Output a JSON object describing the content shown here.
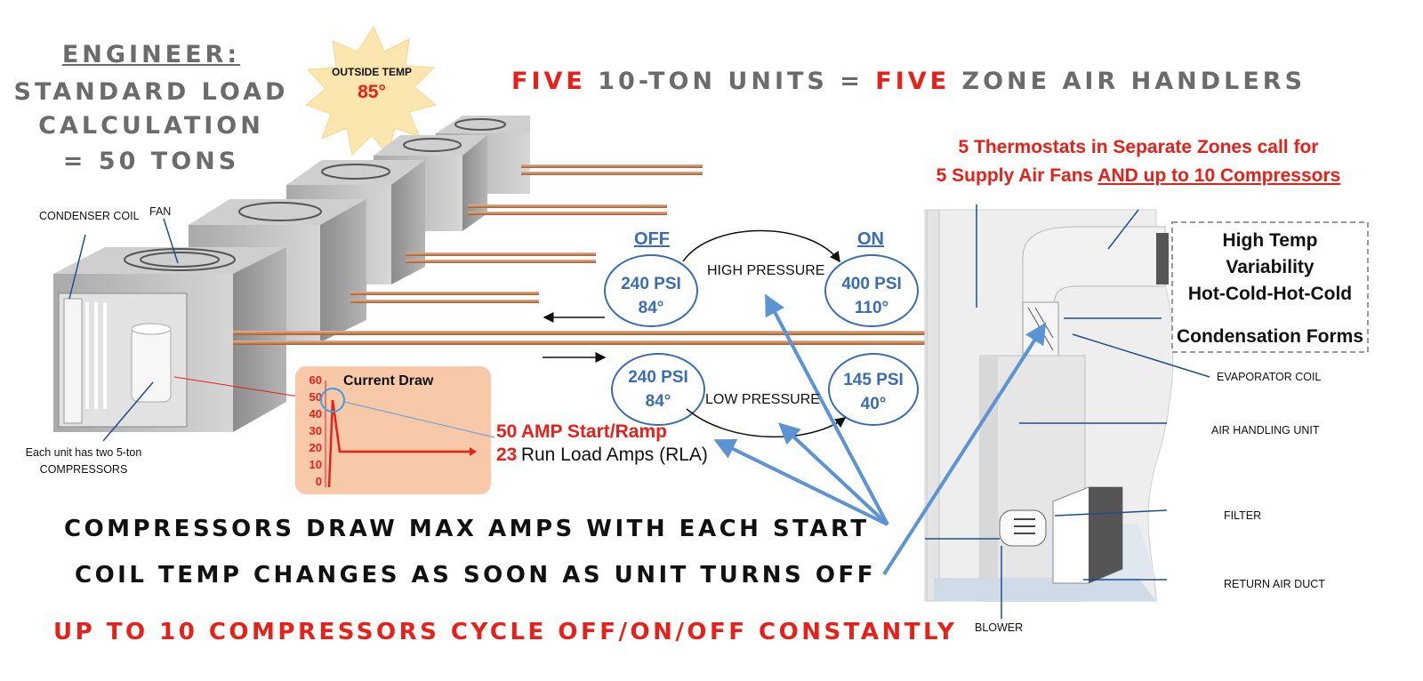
{
  "engineer": {
    "title": "ENGINEER:",
    "line1": "STANDARD LOAD",
    "line2": "CALCULATION",
    "line3": "= 50 TONS"
  },
  "outside_temp": {
    "label": "OUTSIDE TEMP",
    "value": "85°"
  },
  "headline": {
    "word1": "FIVE",
    "mid": " 10-TON UNITS = ",
    "word2": "FIVE",
    "rest": " ZONE AIR HANDLERS"
  },
  "thermostats": {
    "line1": "5 Thermostats in Separate Zones call for",
    "line2_prefix": "5 Supply Air Fans ",
    "line2_emphasis": "AND up to 10 Compressors"
  },
  "unit_labels": {
    "condenser_coil": "CONDENSER COIL",
    "fan": "FAN",
    "compressors_line1": "Each unit has two 5-ton",
    "compressors_line2": "COMPRESSORS"
  },
  "cycle": {
    "off_label": "OFF",
    "on_label": "ON",
    "high_pressure": "HIGH PRESSURE",
    "low_pressure": "LOW PRESSURE",
    "off_high_psi": "240 PSI",
    "off_high_temp": "84°",
    "on_high_psi": "400 PSI",
    "on_high_temp": "110°",
    "off_low_psi": "240 PSI",
    "off_low_temp": "84°",
    "on_low_psi": "145 PSI",
    "on_low_temp": "40°"
  },
  "current_draw": {
    "title": "Current Draw",
    "y_ticks": [
      "60",
      "50",
      "40",
      "30",
      "20",
      "10",
      "0"
    ],
    "start_value": "50",
    "start_label": "AMP Start/Ramp",
    "run_value": "23",
    "run_label": "Run Load Amps (RLA)"
  },
  "info_box": {
    "line1": "High Temp",
    "line2": "Variability",
    "line3": "Hot-Cold-Hot-Cold",
    "line4": "Condensation Forms"
  },
  "air_handler_labels": {
    "evaporator": "EVAPORATOR COIL",
    "air_handling": "AIR HANDLING UNIT",
    "filter": "FILTER",
    "return_duct": "RETURN AIR DUCT",
    "blower": "BLOWER"
  },
  "bottom": {
    "line1": "COMPRESSORS DRAW MAX AMPS WITH EACH START",
    "line2": "COIL TEMP CHANGES AS SOON AS UNIT TURNS OFF",
    "line3": "UP TO 10 COMPRESSORS CYCLE OFF/ON/OFF CONSTANTLY"
  },
  "colors": {
    "red": "#e8201a",
    "blue": "#3a6cb4",
    "gray_text": "#6b6b6b",
    "copper": "#c98a5e",
    "chart_bg": "#f7c9a8"
  }
}
